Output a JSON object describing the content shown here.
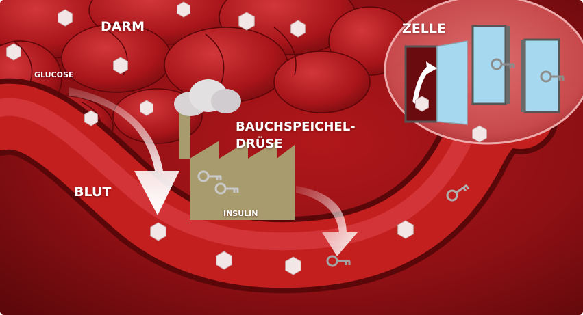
{
  "labels": {
    "darm": "DARM",
    "glucose": "GLUCOSE",
    "zelle": "ZELLE",
    "pancreas_line1": "BAUCHSPEICHEL-",
    "pancreas_line2": "DRÜSE",
    "blut": "BLUT",
    "insulin": "INSULIN"
  },
  "colors": {
    "background_dark": "#7a0c10",
    "intestine": "#a8151a",
    "blood_vessel": "#c41f1f",
    "cell": "#d04a4a",
    "factory": "#a89c6e",
    "door": "#a6d8ef",
    "arrow": "#ffffff",
    "glucose_molecule": "#f2e6e6"
  },
  "icons": [
    "intestine-loops",
    "glucose-hexagon",
    "pancreas-factory",
    "insulin-key",
    "cell-door",
    "flow-arrow"
  ]
}
